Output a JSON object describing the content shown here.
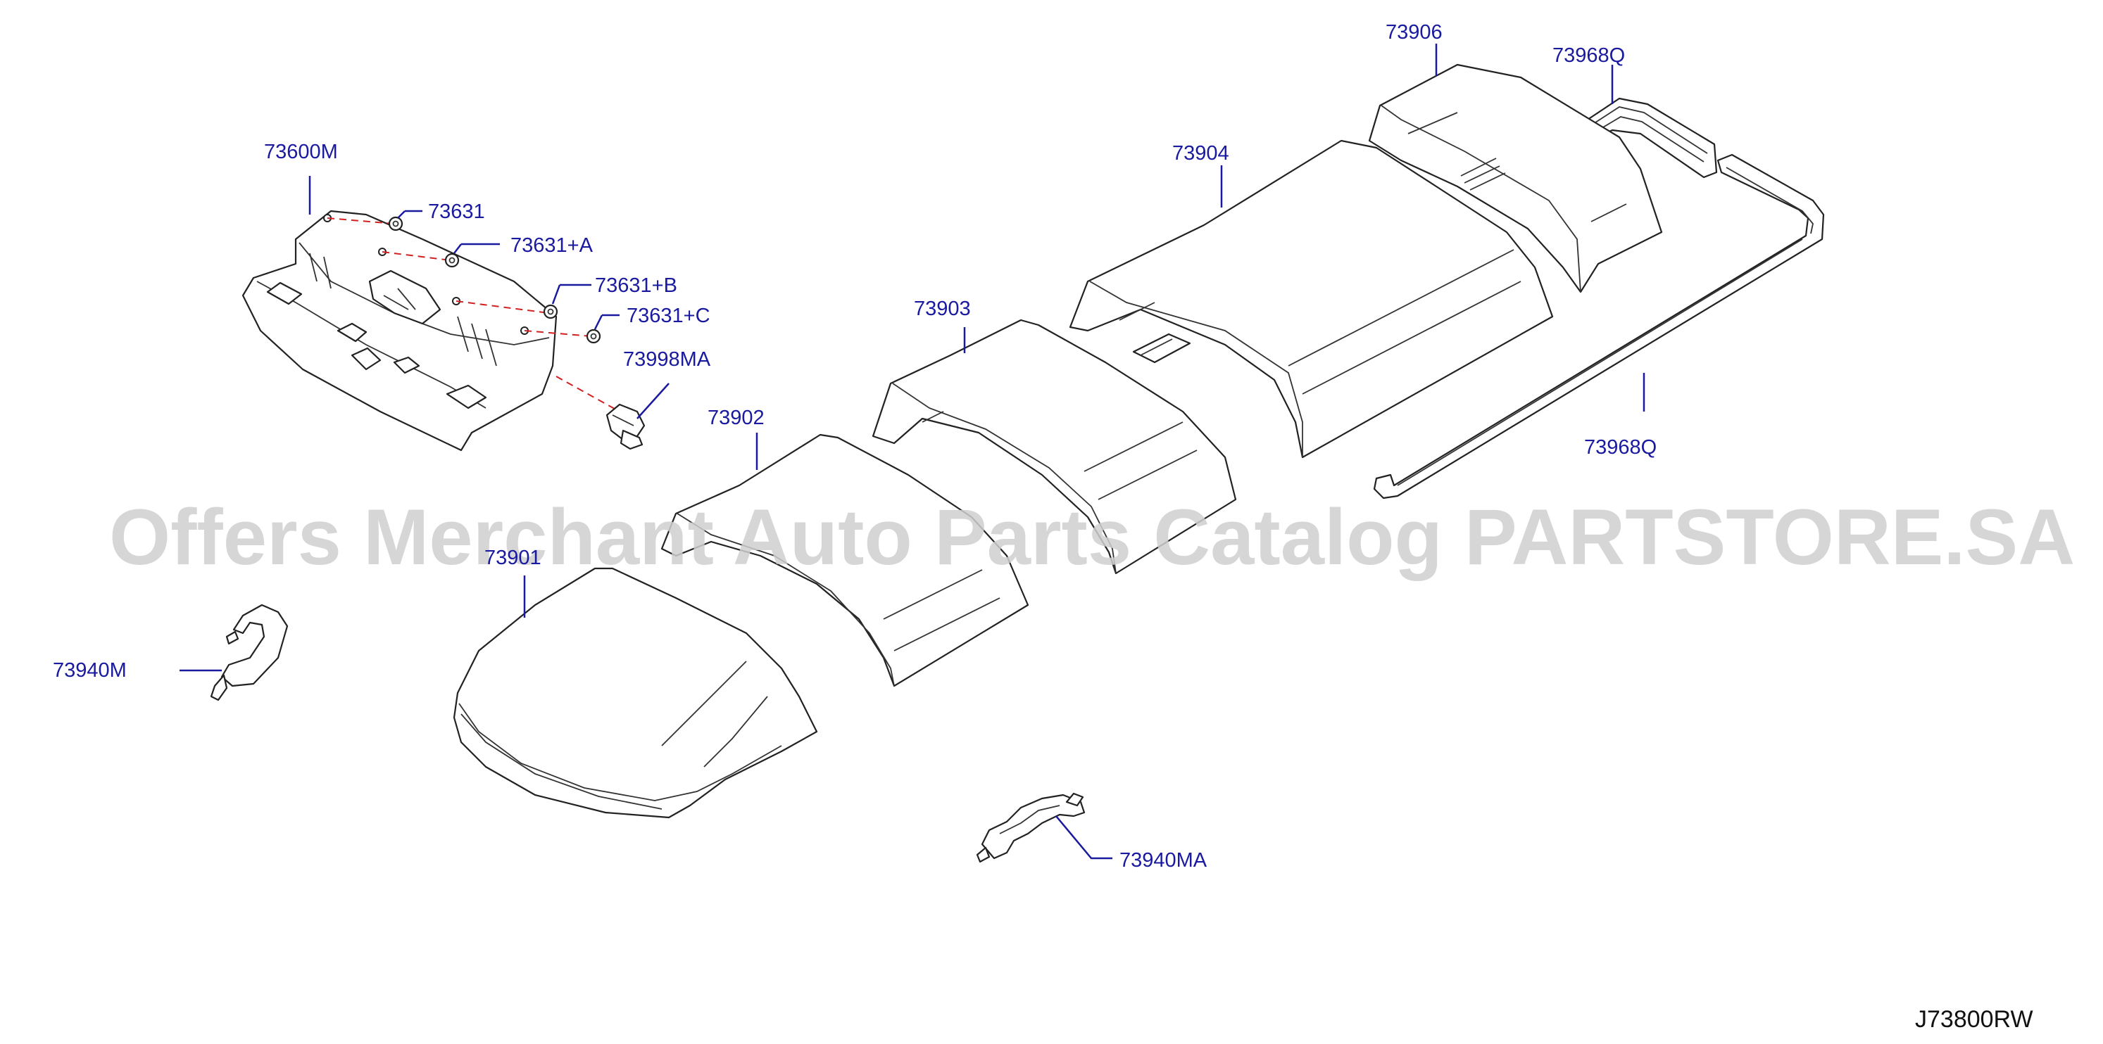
{
  "labels": {
    "l73600M": "73600M",
    "l73631": "73631",
    "l73631A": "73631+A",
    "l73631B": "73631+B",
    "l73631C": "73631+C",
    "l73998MA": "73998MA",
    "l73902": "73902",
    "l73901": "73901",
    "l73903": "73903",
    "l73904": "73904",
    "l73906": "73906",
    "l73968Q_top": "73968Q",
    "l73968Q_right": "73968Q",
    "l73940M": "73940M",
    "l73940MA": "73940MA"
  },
  "watermark": "Offers Merchant Auto Parts Catalog PARTSTORE.SA",
  "diagram_code": "J73800RW",
  "colors": {
    "label": "#1a1aa0",
    "outline": "#222222",
    "dashed_guide": "#d22020",
    "watermark": "#cfcfcf"
  }
}
